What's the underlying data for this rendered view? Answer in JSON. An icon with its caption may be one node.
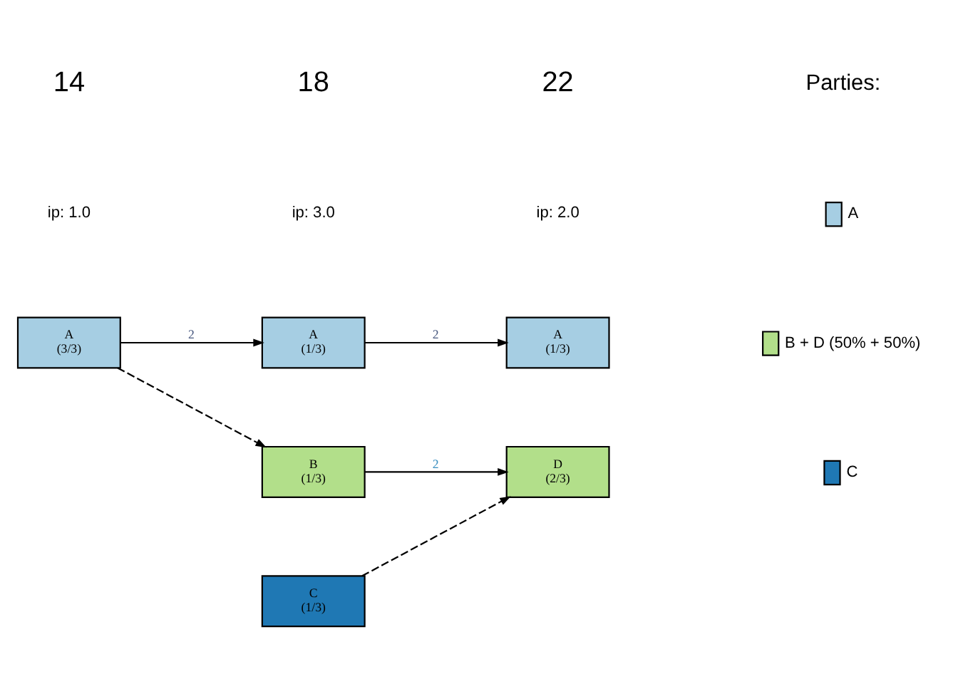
{
  "diagram": {
    "nodes": [
      {
        "text": [
          "A",
          "(3/3)"
        ]
      },
      {
        "text": [
          "A",
          "(1/3)"
        ]
      },
      {
        "text": [
          "B",
          "(1/3)"
        ]
      },
      {
        "text": [
          "C",
          "(1/3)"
        ]
      },
      {
        "text": [
          "A",
          "(1/3)"
        ]
      },
      {
        "text": [
          "D",
          "(2/3)"
        ]
      }
    ],
    "edges": [
      {
        "from": 0,
        "to": 1,
        "arrow": "to",
        "label": "2"
      },
      {
        "from": 0,
        "to": 2,
        "arrow": "to",
        "style": "dashed"
      },
      {
        "from": 1,
        "to": 4,
        "arrow": "to",
        "label": "2"
      },
      {
        "from": 2,
        "to": 5,
        "arrow": "to",
        "label": "2"
      },
      {
        "from": 3,
        "to": 5,
        "arrow": "to",
        "style": "dashed"
      }
    ],
    "labels": [
      "14",
      "18",
      "22",
      "ip: 1.0",
      "ip: 3.0",
      "ip: 2.0",
      "Parties:"
    ],
    "legend": [
      {
        "text": "A",
        "color": "#a6cee3"
      },
      {
        "text": "B + D (50% + 50%)",
        "color": "#b2df8a"
      },
      {
        "text": "C",
        "color": "#1f78b4"
      }
    ]
  }
}
